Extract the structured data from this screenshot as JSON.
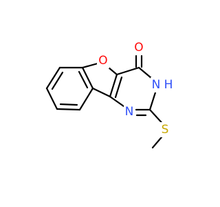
{
  "molecule": {
    "atoms": {
      "O_ring": {
        "label": "O",
        "color": "#FF0D0D"
      },
      "O_carbonyl": {
        "label": "O",
        "color": "#FF0D0D"
      },
      "N_H": {
        "label": "N",
        "color": "#3050F8"
      },
      "H_on_N": {
        "label": "H",
        "color": "#3050F8"
      },
      "N_lower": {
        "label": "N",
        "color": "#3050F8"
      },
      "S": {
        "label": "S",
        "color": "#C8A800"
      }
    }
  }
}
